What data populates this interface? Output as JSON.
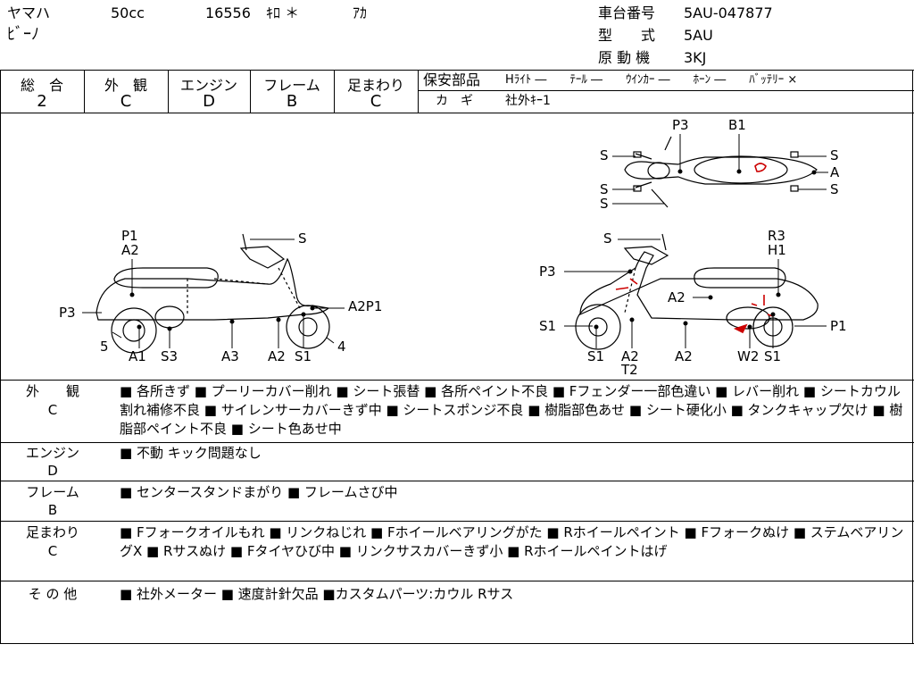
{
  "header": {
    "maker": "ヤマハ",
    "displacement": "50cc",
    "mileage": "16556",
    "mileage_unit": "ｷﾛ ＊",
    "color": "ｱｶ",
    "model_name": "ﾋﾞｰﾉ",
    "frame_number_label": "車台番号",
    "frame_number": "5AU-047877",
    "model_type_label": "型　　式",
    "model_type": "5AU",
    "engine_label": "原 動 機",
    "engine": "3KJ"
  },
  "grades": [
    {
      "label": "総　合",
      "value": "2"
    },
    {
      "label": "外　観",
      "value": "C"
    },
    {
      "label": "エンジン",
      "value": "D"
    },
    {
      "label": "フレーム",
      "value": "B"
    },
    {
      "label": "足まわり",
      "value": "C"
    }
  ],
  "safety": {
    "label": "保安部品",
    "items": "Hﾗｲﾄ ―　　ﾃｰﾙ ―　　ｳｲﾝｶｰ ―　　ﾎｰﾝ ―　　ﾊﾞｯﾃﾘｰ ×",
    "key_label": "カ　ギ",
    "key_value": "社外ｷｰ1"
  },
  "diagram": {
    "top": {
      "p3": "P3",
      "b1": "B1",
      "s1": "S",
      "s2": "S",
      "s3": "S",
      "s4": "S",
      "s5": "S",
      "a": "A"
    },
    "left": {
      "p1": "P1",
      "a2a": "A2",
      "s": "S",
      "p3": "P3",
      "a2p1": "A2P1",
      "n5": "5",
      "n4": "4",
      "a1": "A1",
      "s3": "S3",
      "a3": "A3",
      "a2b": "A2",
      "s1": "S1"
    },
    "right": {
      "s": "S",
      "r3": "R3",
      "h1": "H1",
      "p3": "P3",
      "a2a": "A2",
      "s1a": "S1",
      "p1": "P1",
      "s1b": "S1",
      "a2b": "A2",
      "t2": "T2",
      "a2c": "A2",
      "w2": "W2",
      "s1c": "S1"
    }
  },
  "sections": [
    {
      "label": "外　　観",
      "grade": "C",
      "text": "■ 各所きず ■ プーリーカバー削れ ■ シート張替 ■ 各所ペイント不良 ■ Fフェンダー一部色違い ■ レバー削れ ■ シートカウル割れ補修不良 ■ サイレンサーカバーきず中 ■ シートスポンジ不良 ■ 樹脂部色あせ ■ シート硬化小 ■ タンクキャップ欠け ■ 樹脂部ペイント不良 ■ シート色あせ中"
    },
    {
      "label": "エンジン",
      "grade": "D",
      "text": "■ 不動 キック問題なし"
    },
    {
      "label": "フレーム",
      "grade": "B",
      "text": "■ センタースタンドまがり ■ フレームさび中"
    },
    {
      "label": "足まわり",
      "grade": "C",
      "text": "■ Fフォークオイルもれ ■ リンクねじれ ■ Fホイールベアリングがた ■ Rホイールペイント ■ Fフォークぬけ ■ ステムベアリングX ■ Rサスぬけ ■ Fタイヤひび中 ■ リンクサスカバーきず小 ■ Rホイールペイントはげ"
    },
    {
      "label": "そ の 他",
      "grade": "",
      "text": "■ 社外メーター ■ 速度計針欠品 ■カスタムパーツ:カウル Rサス"
    }
  ]
}
